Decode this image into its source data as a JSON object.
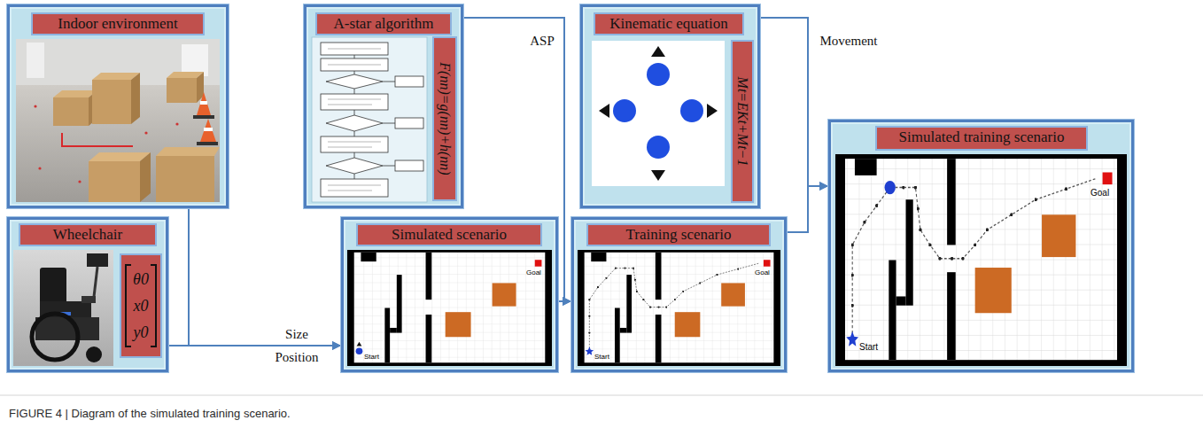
{
  "diagram": {
    "caption": "FIGURE 4 | Diagram of the simulated training scenario.",
    "nodes": [
      {
        "text": [
          "Indoor environment"
        ]
      },
      {
        "text": [
          "A-star algorithm"
        ]
      },
      {
        "text": [
          "F(nn)=g(nn)+h(nn)"
        ],
        "in": 1
      },
      {
        "text": [
          "Kinematic equation"
        ]
      },
      {
        "text": [
          "Mt=EKt+Mt−1"
        ],
        "in": 3
      },
      {
        "text": [
          "Wheelchair"
        ]
      },
      {
        "text": [
          "θ0",
          "x0",
          "y0"
        ],
        "in": 5
      },
      {
        "text": [
          "Simulated scenario"
        ]
      },
      {
        "text": [
          "Training scenario"
        ]
      },
      {
        "text": [
          "Simulated training scenario"
        ]
      }
    ],
    "edges": [
      {
        "from": 0,
        "to": 7,
        "arrow": "to"
      },
      {
        "from": 5,
        "to": 7,
        "label": "Size Position",
        "arrow": "to"
      },
      {
        "from": 1,
        "to": 8,
        "label": "ASP",
        "arrow": "to"
      },
      {
        "from": 7,
        "to": 8,
        "arrow": "to"
      },
      {
        "from": 3,
        "to": 9,
        "label": "Movement",
        "arrow": "to"
      },
      {
        "from": 8,
        "to": 9,
        "arrow": "to"
      }
    ],
    "labels": [
      "Start",
      "Goal",
      "Start",
      "Goal",
      "Start",
      "Goal"
    ]
  }
}
